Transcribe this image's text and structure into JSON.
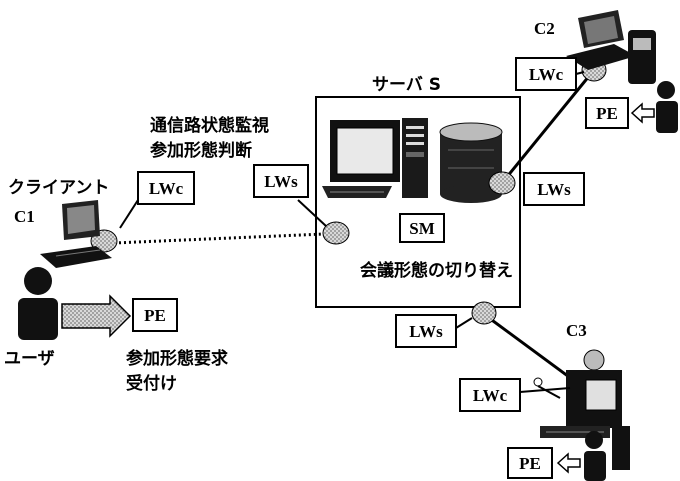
{
  "server": {
    "title": "サーバ S",
    "sm_label": "SM",
    "sm_caption": "会議形態の切り替え"
  },
  "server_notes": {
    "line1": "通信路状態監視",
    "line2": "参加形態判断"
  },
  "client1": {
    "title": "クライアント",
    "id": "C1"
  },
  "client2": {
    "id": "C2"
  },
  "client3": {
    "id": "C3"
  },
  "user": {
    "label": "ユーザ"
  },
  "pe_note": {
    "line1": "参加形態要求",
    "line2": "受付け"
  },
  "boxes": {
    "lwc": "LWc",
    "lws": "LWs",
    "pe": "PE"
  },
  "colors": {
    "ink": "#000000",
    "node_fill": "#c8c8c8",
    "arrow_fill": "#bdbdbd",
    "background": "#ffffff"
  }
}
